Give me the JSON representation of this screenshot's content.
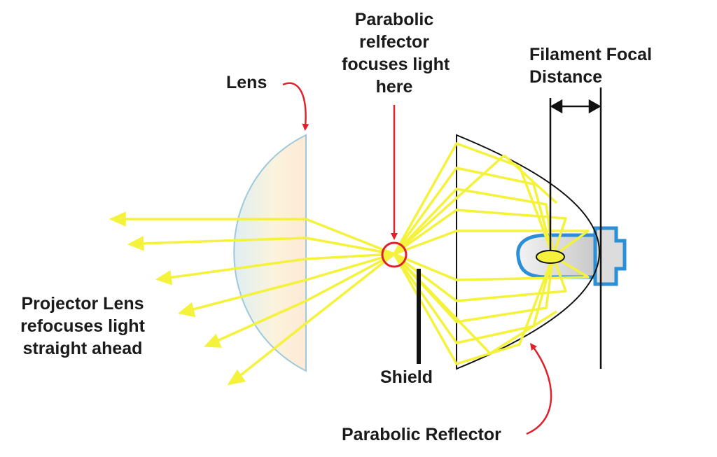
{
  "labels": {
    "lens": "Lens",
    "focus_point": [
      "Parabolic",
      "relfector",
      "focuses light",
      "here"
    ],
    "filament_distance": [
      "Filament Focal",
      "Distance"
    ],
    "projector_lens": [
      "Projector Lens",
      "refocuses light",
      "straight ahead"
    ],
    "shield": "Shield",
    "parabolic_reflector": "Parabolic Reflector"
  },
  "colors": {
    "light_ray": "#f4f23a",
    "arrow_red": "#e0202a",
    "lens_outline": "#9cc9dc",
    "bulb_base": "#2a8fd6",
    "filament": "#f4f23a",
    "ink": "#111111"
  }
}
